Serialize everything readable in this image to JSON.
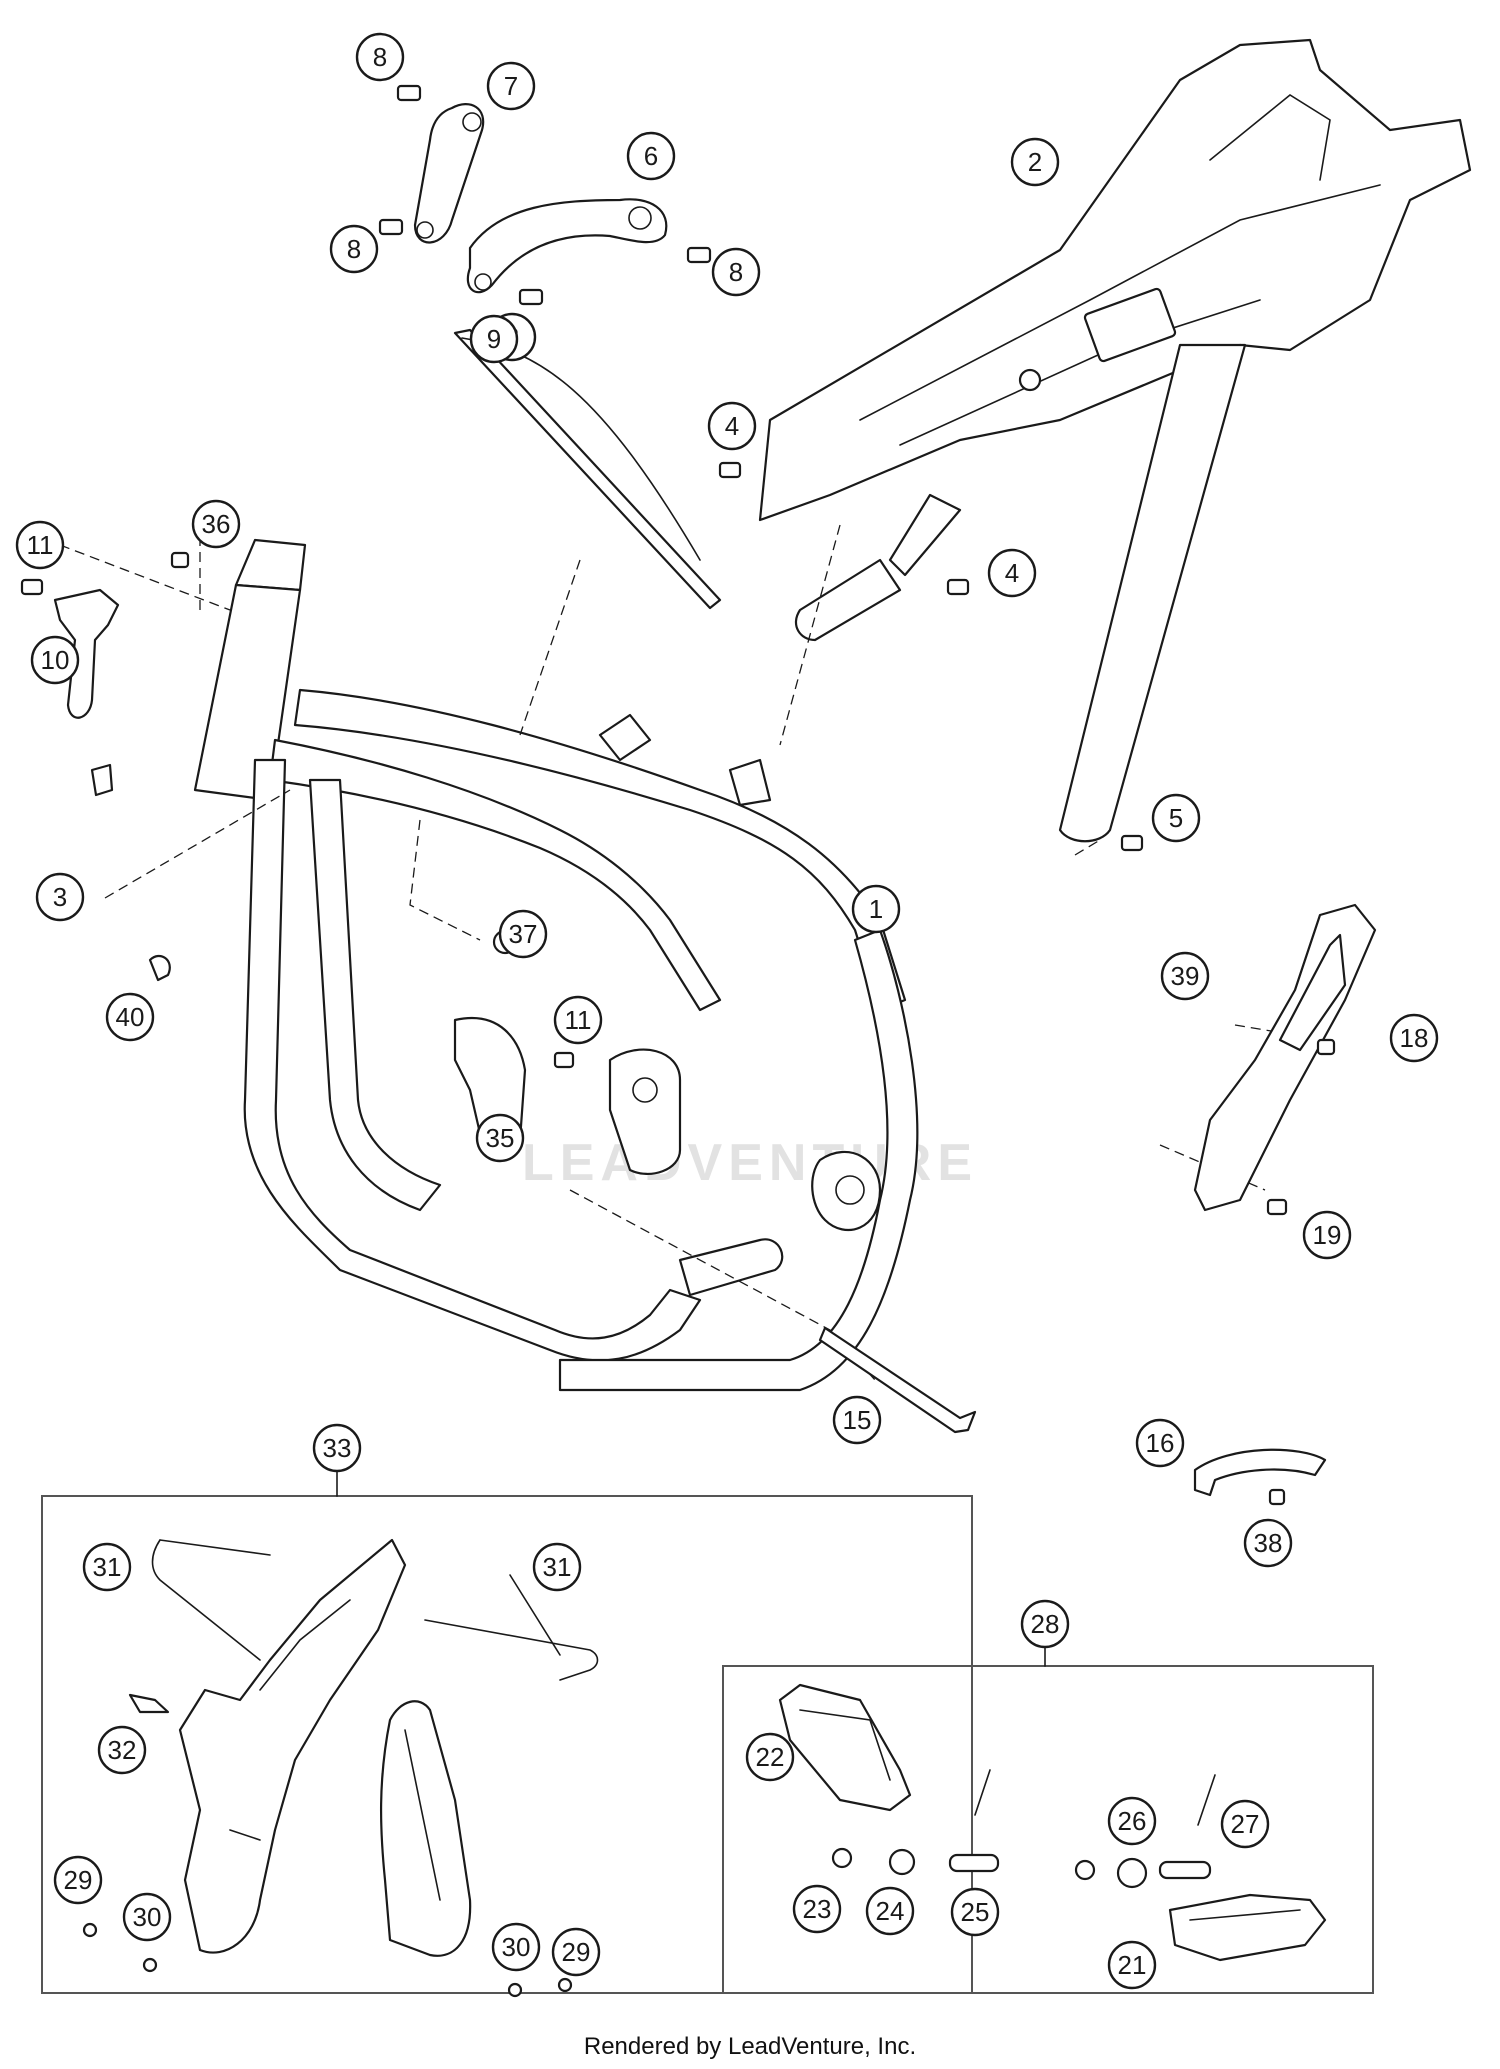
{
  "diagram": {
    "watermark": "LEADVENTURE",
    "footer": "Rendered by LeadVenture, Inc.",
    "callouts": [
      {
        "id": "c-8a",
        "label": "8"
      },
      {
        "id": "c-7",
        "label": "7"
      },
      {
        "id": "c-6",
        "label": "6"
      },
      {
        "id": "c-8b",
        "label": "8"
      },
      {
        "id": "c-8c",
        "label": "8"
      },
      {
        "id": "c-8d",
        "label": "8"
      },
      {
        "id": "c-2",
        "label": "2"
      },
      {
        "id": "c-4a",
        "label": "4"
      },
      {
        "id": "c-4b",
        "label": "4"
      },
      {
        "id": "c-9",
        "label": "9"
      },
      {
        "id": "c-11a",
        "label": "11"
      },
      {
        "id": "c-36",
        "label": "36"
      },
      {
        "id": "c-10",
        "label": "10"
      },
      {
        "id": "c-3",
        "label": "3"
      },
      {
        "id": "c-5",
        "label": "5"
      },
      {
        "id": "c-1",
        "label": "1"
      },
      {
        "id": "c-37",
        "label": "37"
      },
      {
        "id": "c-39",
        "label": "39"
      },
      {
        "id": "c-18",
        "label": "18"
      },
      {
        "id": "c-40",
        "label": "40"
      },
      {
        "id": "c-11b",
        "label": "11"
      },
      {
        "id": "c-35",
        "label": "35"
      },
      {
        "id": "c-19",
        "label": "19"
      },
      {
        "id": "c-15",
        "label": "15"
      },
      {
        "id": "c-33",
        "label": "33"
      },
      {
        "id": "c-16",
        "label": "16"
      },
      {
        "id": "c-38",
        "label": "38"
      },
      {
        "id": "c-31a",
        "label": "31"
      },
      {
        "id": "c-31b",
        "label": "31"
      },
      {
        "id": "c-32",
        "label": "32"
      },
      {
        "id": "c-28",
        "label": "28"
      },
      {
        "id": "c-22",
        "label": "22"
      },
      {
        "id": "c-26",
        "label": "26"
      },
      {
        "id": "c-27",
        "label": "27"
      },
      {
        "id": "c-29a",
        "label": "29"
      },
      {
        "id": "c-30a",
        "label": "30"
      },
      {
        "id": "c-23",
        "label": "23"
      },
      {
        "id": "c-24",
        "label": "24"
      },
      {
        "id": "c-25",
        "label": "25"
      },
      {
        "id": "c-30b",
        "label": "30"
      },
      {
        "id": "c-29b",
        "label": "29"
      },
      {
        "id": "c-21",
        "label": "21"
      }
    ]
  }
}
